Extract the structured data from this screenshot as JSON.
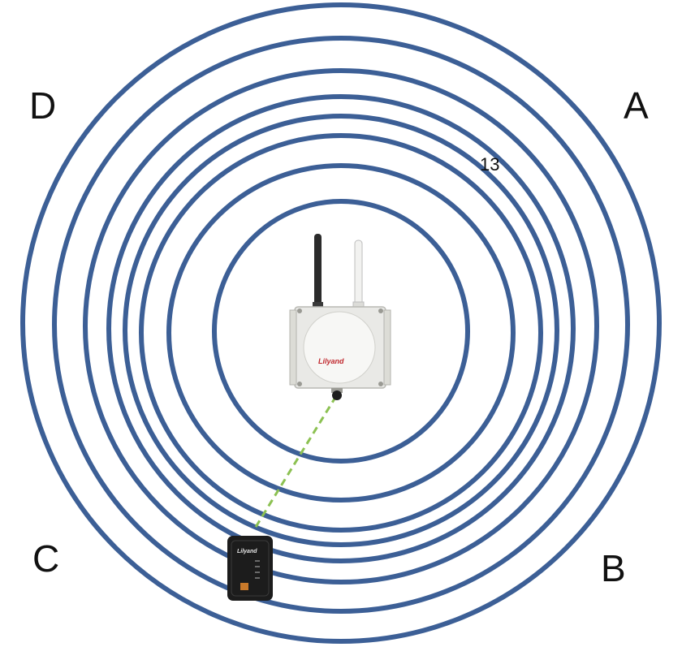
{
  "labels": {
    "corner_top_right": "A",
    "corner_bottom_right": "B",
    "corner_bottom_left": "C",
    "corner_top_left": "D",
    "ring_number": "13"
  },
  "devices": {
    "access_point_brand": "Lilyand",
    "client_brand": "Lilyand"
  },
  "colors": {
    "ring": "#3c5f96",
    "link": "#8cc152",
    "ap_body": "#e9e9e6",
    "client_body": "#1c1c1c",
    "brand": "#c0272d"
  }
}
